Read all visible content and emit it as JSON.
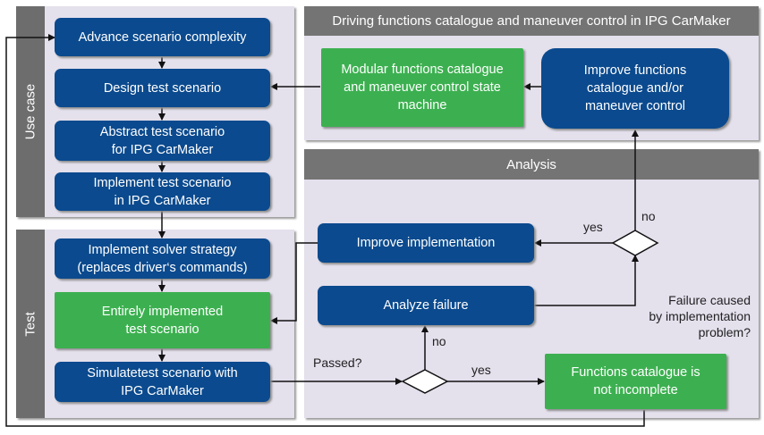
{
  "colors": {
    "blue": "#0b4a8e",
    "green": "#3cb050",
    "panel": "#e4e0ec",
    "bar": "#6d6d6d",
    "header": "#747474"
  },
  "use_case": {
    "label": "Use case",
    "advance": "Advance scenario complexity",
    "design": "Design test scenario",
    "abstract": "Abstract test scenario\nfor IPG CarMaker",
    "implement": "Implement test scenario\nin IPG CarMaker"
  },
  "test": {
    "label": "Test",
    "solver": "Implement solver strategy\n(replaces driver‘s commands)",
    "entire": "Entirely implemented\ntest scenario",
    "simulate": "Simulatetest scenario with\nIPG CarMaker"
  },
  "driving": {
    "title": "Driving functions catalogue and maneuver control in IPG CarMaker",
    "modular": "Modular functions catalogue\nand maneuver control state\nmachine",
    "improve_catalogue": "Improve functions\ncatalogue and/or\nmaneuver control"
  },
  "analysis": {
    "title": "Analysis",
    "improve_impl": "Improve implementation",
    "analyze_failure": "Analyze failure",
    "catalogue_incomplete": "Functions catalogue is\nnot incomplete",
    "failure_question": "Failure caused\nby implementation\nproblem?",
    "yes_top": "yes",
    "no_top": "no",
    "passed": "Passed?",
    "no_bottom": "no",
    "yes_bottom": "yes"
  }
}
